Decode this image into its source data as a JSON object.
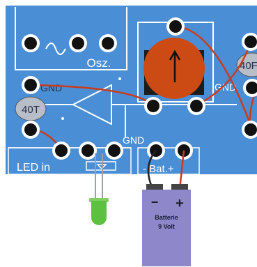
{
  "board": {
    "color": "#4a8fd6",
    "oscillator_label": "Osz.",
    "gnd_left_label": "GND",
    "gnd_mid_label": "GND",
    "gnd_right_label": "GND",
    "transistor_left_label": "40T",
    "transistor_right_label": "40F",
    "led_in_label": "LED in",
    "battery_area_label": "- Bat.+"
  },
  "battery": {
    "minus_symbol": "−",
    "plus_symbol": "+",
    "name": "Batterie",
    "voltage": "9 Volt",
    "color": "#8e87c9"
  },
  "potentiometer": {
    "color": "#cc4a14"
  },
  "wire_color": "#c83c1e",
  "led_color": "#5cc13e"
}
